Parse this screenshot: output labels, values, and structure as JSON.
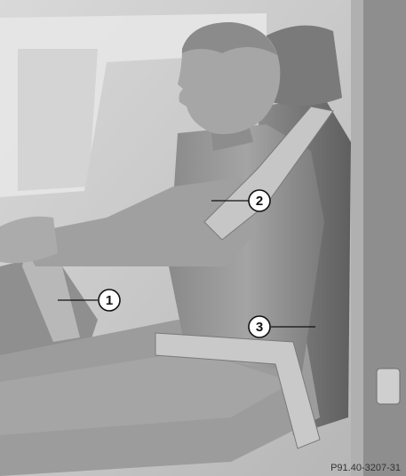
{
  "callouts": [
    {
      "number": "1",
      "label": "steering column"
    },
    {
      "number": "2",
      "label": "shoulder belt"
    },
    {
      "number": "3",
      "label": "lap belt / seat side"
    }
  ],
  "reference_code": "P91.40-3207-31",
  "colors": {
    "background": "#ffffff",
    "figure_gray": "#9a9a9a",
    "shadow_gray": "#6e6e6e",
    "light_gray": "#c9c9c9",
    "callout_circle_fill": "#ffffff",
    "callout_stroke": "#111111"
  }
}
